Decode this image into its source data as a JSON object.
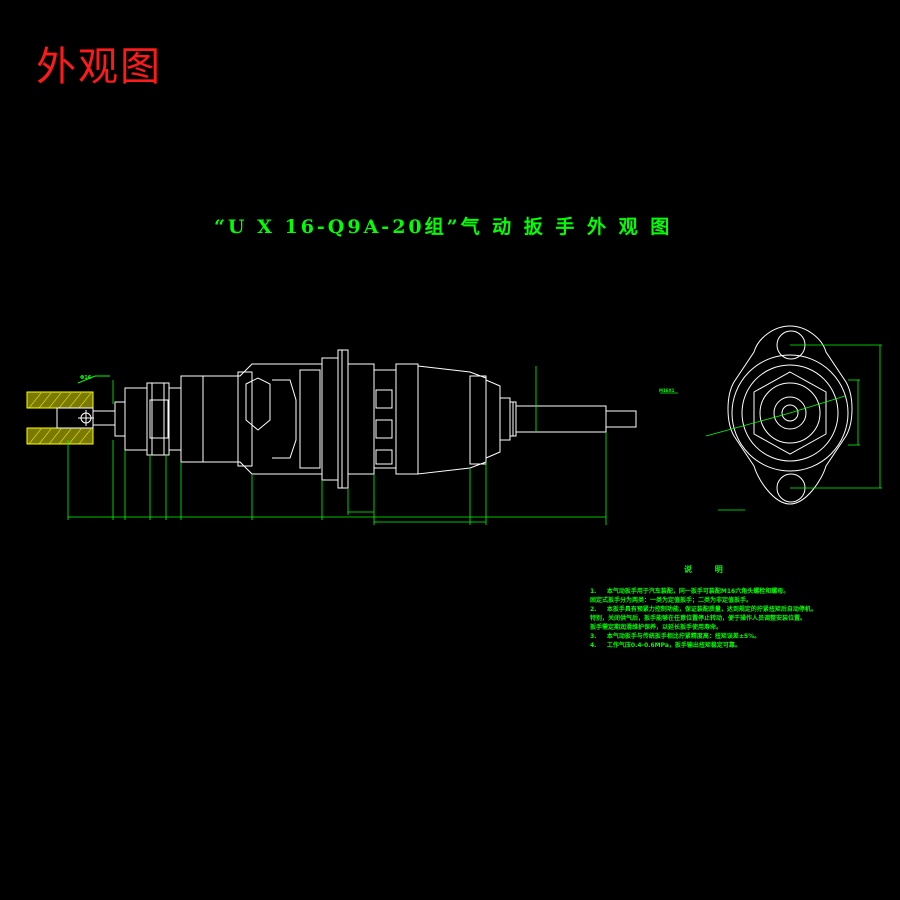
{
  "corner_title": "外观图",
  "drawing_title": "“U X 16-Q9A-20组”气 动 扳 手 外 观 图",
  "notes": {
    "heading": "说 明",
    "items": [
      "1.     本气动扳手用于汽车装配，同一扳手可装配M16六角头螺栓和螺母。",
      "固定式扳手分为两类：一类为定值扳手；二类为非定值扳手。",
      "2.     本扳手具有预紧力控制功能，保证装配质量，达到规定的拧紧扭矩后自动停机。",
      "特别，关闭供气后，扳手能够在任意位置停止转动，便于操作人员调整安装位置。",
      "扳手需定期润滑维护保养，以延长扳手使用寿命。",
      "3.     本气动扳手与传统扳手相比拧紧精度高：扭矩误差±5%。",
      "4.     工作气压0.4-0.6MPa，扳手输出扭矩稳定可靠。"
    ]
  },
  "labels": {
    "socket_dim": "Φ16",
    "right_marker": "M16X1"
  },
  "colors": {
    "line": "#00ff00",
    "hatch": "#ffff00",
    "outline": "#ffffff",
    "title_red": "#ff1a1a"
  }
}
